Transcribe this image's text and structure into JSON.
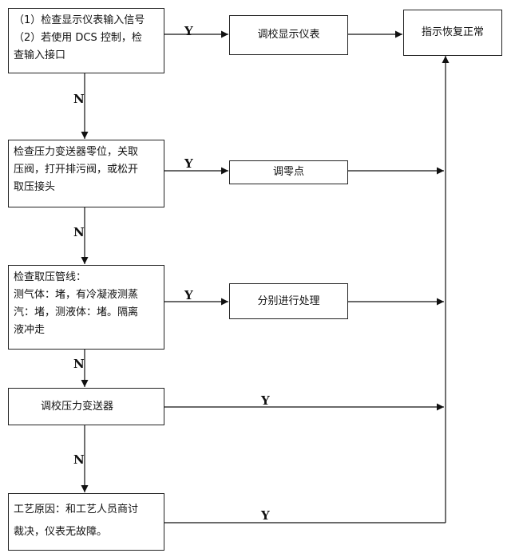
{
  "boxes": {
    "step1": {
      "lines": [
        "（1）检查显示仪表输入信号",
        "（2）若使用 DCS 控制，检",
        "查输入接口"
      ]
    },
    "action1": {
      "label": "调校显示仪表"
    },
    "result": {
      "label": "指示恢复正常"
    },
    "step2": {
      "lines": [
        "检查压力变送器零位，关取",
        "压阀，打开排污阀，或松开",
        "取压接头"
      ]
    },
    "action2": {
      "label": "调零点"
    },
    "step3": {
      "lines": [
        "检查取压管线：",
        "测气体：堵，有冷凝液测蒸",
        "汽：堵，测液体：堵。隔离",
        "液冲走"
      ]
    },
    "action3": {
      "label": "分别进行处理"
    },
    "step4": {
      "label": "调校压力变送器"
    },
    "step5": {
      "lines": [
        "工艺原因：和工艺人员商讨",
        "裁决，仪表无故障。"
      ]
    }
  },
  "labels": {
    "yes": "Y",
    "no": "N"
  }
}
